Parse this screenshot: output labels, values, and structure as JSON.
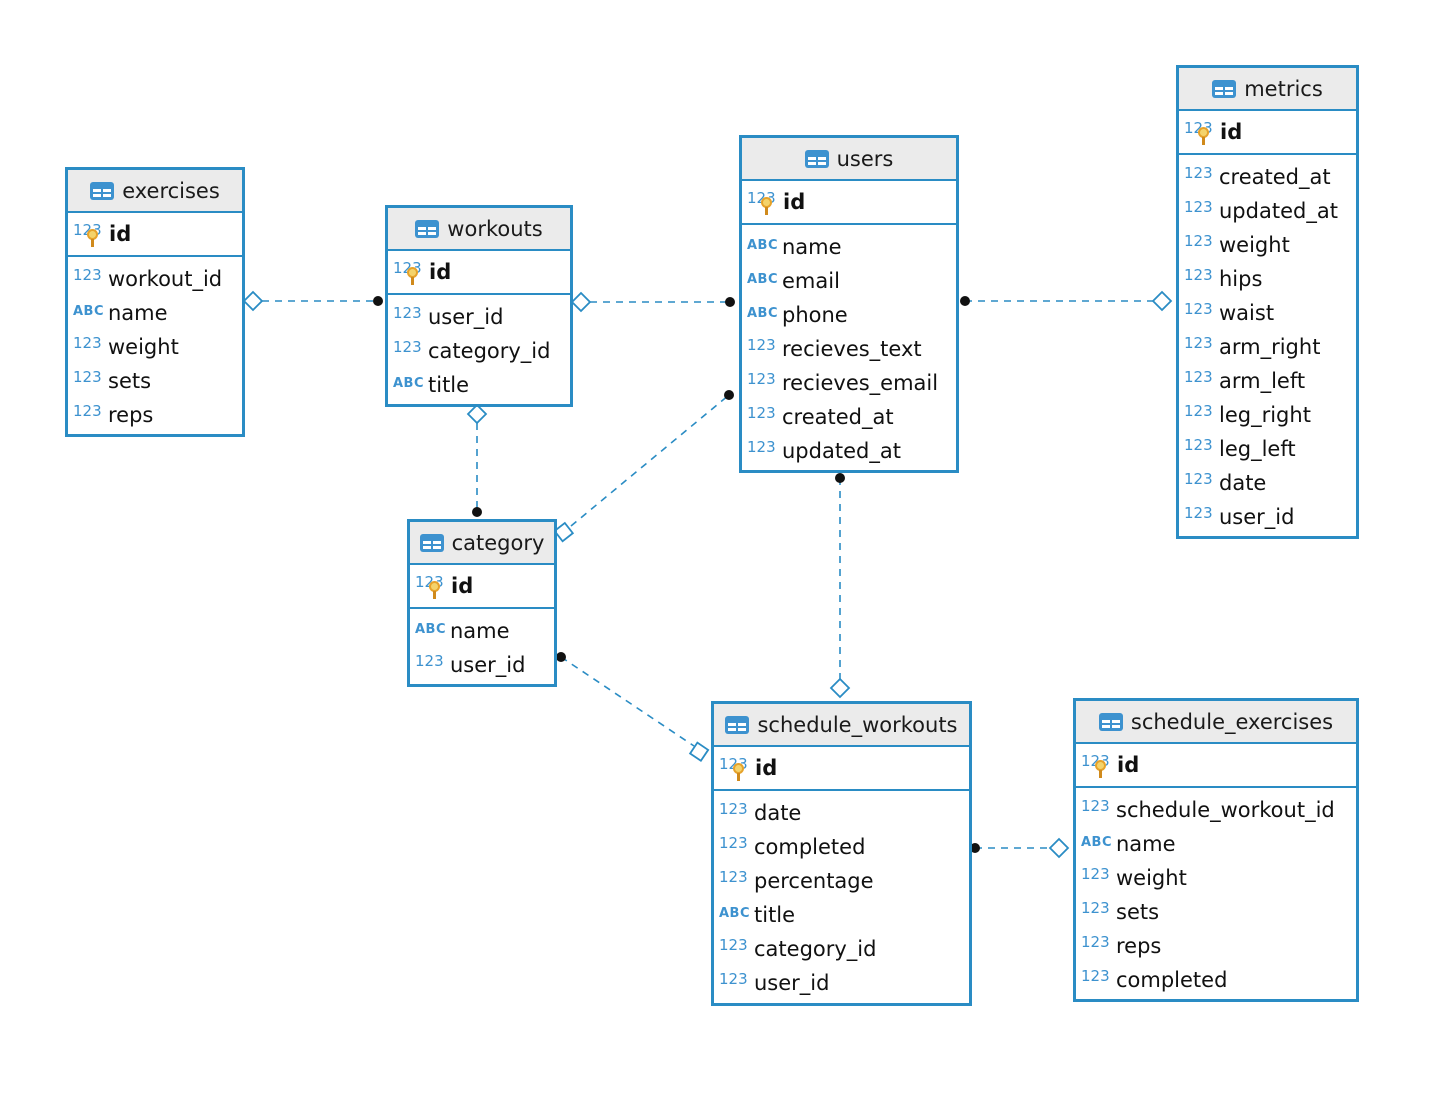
{
  "tables": {
    "exercises": {
      "name": "exercises",
      "pk": {
        "type": "123",
        "name": "id"
      },
      "columns": [
        {
          "type": "123",
          "name": "workout_id"
        },
        {
          "type": "ABC",
          "name": "name"
        },
        {
          "type": "123",
          "name": "weight"
        },
        {
          "type": "123",
          "name": "sets"
        },
        {
          "type": "123",
          "name": "reps"
        }
      ]
    },
    "workouts": {
      "name": "workouts",
      "pk": {
        "type": "123",
        "name": "id"
      },
      "columns": [
        {
          "type": "123",
          "name": "user_id"
        },
        {
          "type": "123",
          "name": "category_id"
        },
        {
          "type": "ABC",
          "name": "title"
        }
      ]
    },
    "users": {
      "name": "users",
      "pk": {
        "type": "123",
        "name": "id"
      },
      "columns": [
        {
          "type": "ABC",
          "name": "name"
        },
        {
          "type": "ABC",
          "name": "email"
        },
        {
          "type": "ABC",
          "name": "phone"
        },
        {
          "type": "123",
          "name": "recieves_text"
        },
        {
          "type": "123",
          "name": "recieves_email"
        },
        {
          "type": "123",
          "name": "created_at"
        },
        {
          "type": "123",
          "name": "updated_at"
        }
      ]
    },
    "metrics": {
      "name": "metrics",
      "pk": {
        "type": "123",
        "name": "id"
      },
      "columns": [
        {
          "type": "123",
          "name": "created_at"
        },
        {
          "type": "123",
          "name": "updated_at"
        },
        {
          "type": "123",
          "name": "weight"
        },
        {
          "type": "123",
          "name": "hips"
        },
        {
          "type": "123",
          "name": "waist"
        },
        {
          "type": "123",
          "name": "arm_right"
        },
        {
          "type": "123",
          "name": "arm_left"
        },
        {
          "type": "123",
          "name": "leg_right"
        },
        {
          "type": "123",
          "name": "leg_left"
        },
        {
          "type": "123",
          "name": "date"
        },
        {
          "type": "123",
          "name": "user_id"
        }
      ]
    },
    "category": {
      "name": "category",
      "pk": {
        "type": "123",
        "name": "id"
      },
      "columns": [
        {
          "type": "ABC",
          "name": "name"
        },
        {
          "type": "123",
          "name": "user_id"
        }
      ]
    },
    "schedule_workouts": {
      "name": "schedule_workouts",
      "pk": {
        "type": "123",
        "name": "id"
      },
      "columns": [
        {
          "type": "123",
          "name": "date"
        },
        {
          "type": "123",
          "name": "completed"
        },
        {
          "type": "123",
          "name": "percentage"
        },
        {
          "type": "ABC",
          "name": "title"
        },
        {
          "type": "123",
          "name": "category_id"
        },
        {
          "type": "123",
          "name": "user_id"
        }
      ]
    },
    "schedule_exercises": {
      "name": "schedule_exercises",
      "pk": {
        "type": "123",
        "name": "id"
      },
      "columns": [
        {
          "type": "123",
          "name": "schedule_workout_id"
        },
        {
          "type": "ABC",
          "name": "name"
        },
        {
          "type": "123",
          "name": "weight"
        },
        {
          "type": "123",
          "name": "sets"
        },
        {
          "type": "123",
          "name": "reps"
        },
        {
          "type": "123",
          "name": "completed"
        }
      ]
    }
  },
  "relationships": [
    {
      "from": "exercises",
      "to": "workouts"
    },
    {
      "from": "workouts",
      "to": "users"
    },
    {
      "from": "metrics",
      "to": "users"
    },
    {
      "from": "workouts",
      "to": "category"
    },
    {
      "from": "category",
      "to": "users"
    },
    {
      "from": "schedule_workouts",
      "to": "users"
    },
    {
      "from": "schedule_workouts",
      "to": "category"
    },
    {
      "from": "schedule_exercises",
      "to": "schedule_workouts"
    }
  ],
  "colors": {
    "border": "#2a8cc4",
    "header": "#ebebeb",
    "type_icon": "#3d92cf",
    "link": "#2a8cc4"
  }
}
